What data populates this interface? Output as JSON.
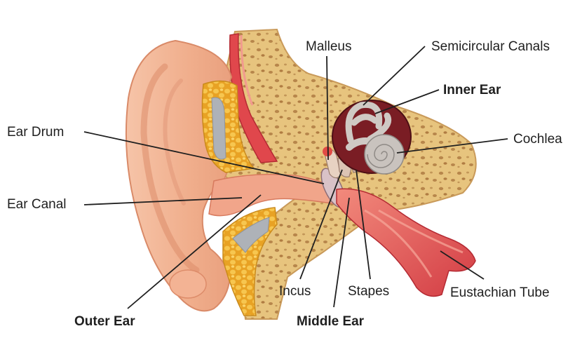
{
  "labels": {
    "malleus": "Malleus",
    "semicircular_canals": "Semicircular Canals",
    "inner_ear": "Inner Ear",
    "ear_drum": "Ear Drum",
    "cochlea": "Cochlea",
    "ear_canal": "Ear Canal",
    "incus": "Incus",
    "stapes": "Stapes",
    "eustachian_tube": "Eustachian Tube",
    "outer_ear": "Outer Ear",
    "middle_ear": "Middle Ear"
  },
  "colors": {
    "skin": "#f2b596",
    "skin_dark": "#dd8c6a",
    "bone": "#e7c47e",
    "bone_dots": "#b7864b",
    "cartilage": "#f0b737",
    "muscle": "#e0474c",
    "muscle_light": "#f07a6e",
    "inner_ear": "#7a1d24",
    "cochlea": "#c9c3be",
    "leader": "#1f1f1f"
  }
}
